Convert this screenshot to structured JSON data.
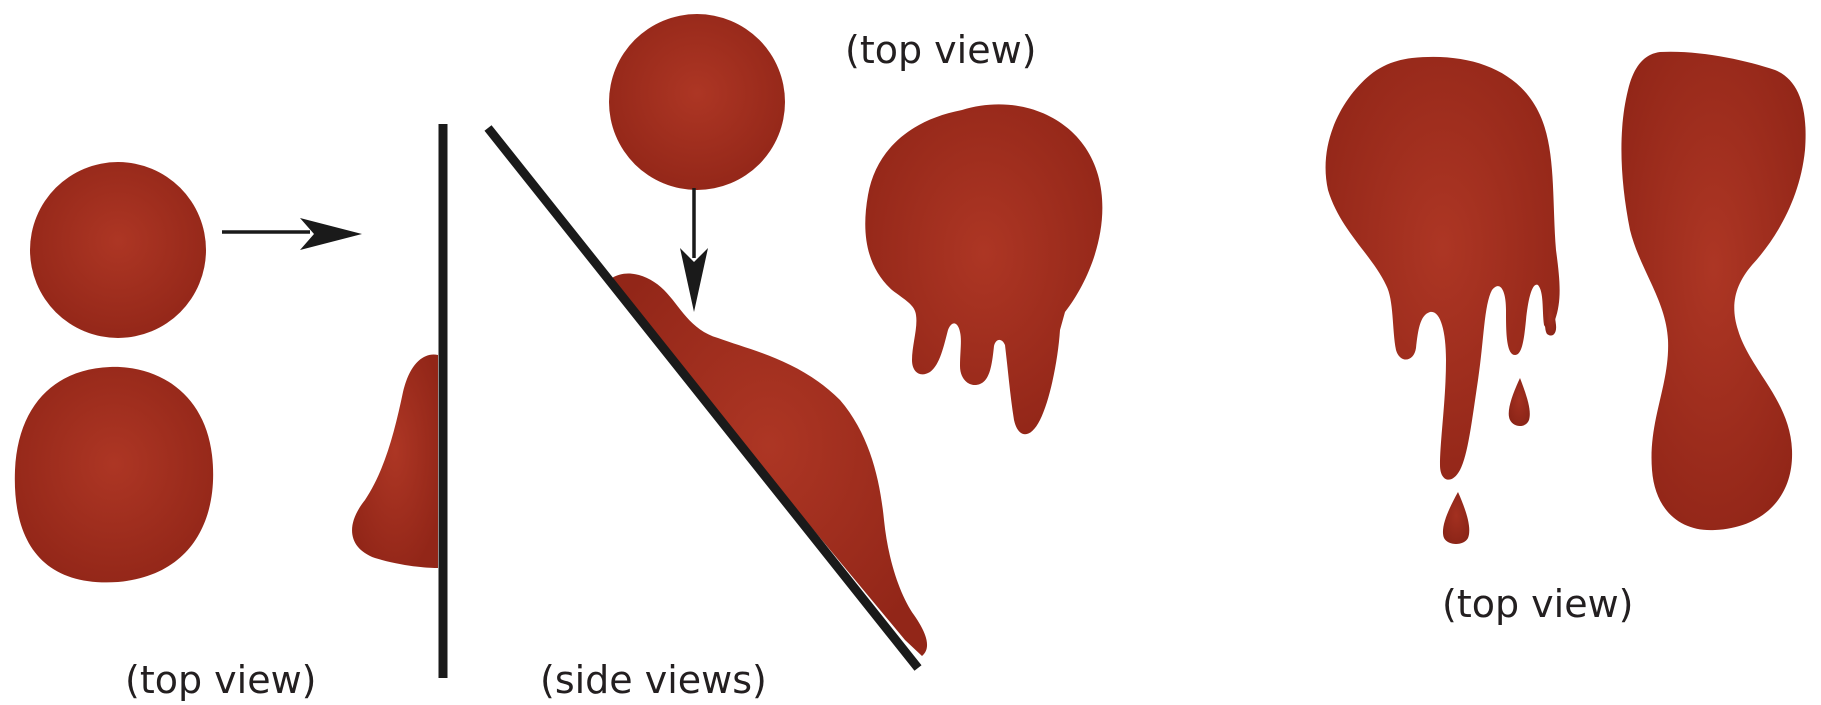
{
  "labels": {
    "top_view_left": "(top view)",
    "side_views": "(side views)",
    "top_view_upper": "(top view)",
    "top_view_right": "(top view)"
  },
  "colors": {
    "blood": "#9b2a1c",
    "blood_light": "#b03a28",
    "blood_dark": "#8a2417",
    "surface": "#1a1a1a",
    "text": "#231f20",
    "background": "#ffffff"
  }
}
